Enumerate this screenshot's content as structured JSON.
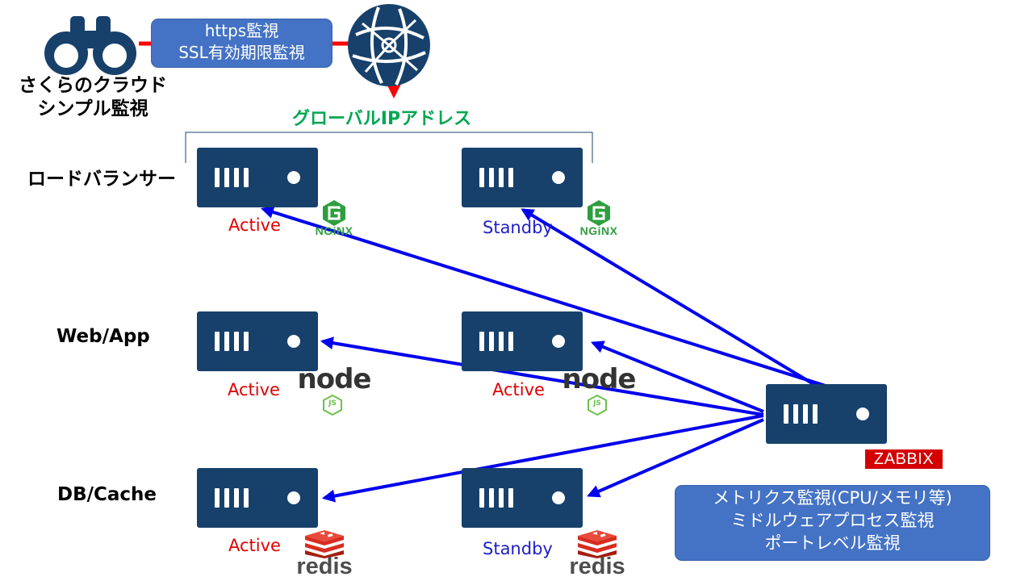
{
  "monitor": {
    "name_line1": "さくらのクラウド",
    "name_line2": "シンプル監視",
    "check_line1": "https監視",
    "check_line2": "SSL有効期限監視"
  },
  "global_ip_label": "グローバルIPアドレス",
  "tiers": {
    "lb": "ロードバランサー",
    "web": "Web/App",
    "db": "DB/Cache"
  },
  "status": {
    "lb_primary": "Active",
    "lb_secondary": "Standby",
    "web_primary": "Active",
    "web_secondary": "Active",
    "db_primary": "Active",
    "db_secondary": "Standby"
  },
  "logos": {
    "nginx": "NGiNX",
    "node": "node",
    "node_js": "JS",
    "redis": "redis"
  },
  "zabbix": {
    "label": "ZABBIX",
    "note_line1": "メトリクス監視(CPU/メモリ等)",
    "note_line2": "ミドルウェアプロセス監視",
    "note_line3": "ポートレベル監視"
  },
  "colors": {
    "server": "#17416b",
    "arrow_blue": "#0000ee",
    "arrow_red": "#ff0000",
    "box": "#4472c4",
    "global_ip": "#00a651",
    "active": "#e00000",
    "standby": "#1f1fc8",
    "nginx": "#2e9e3e",
    "node": "#333333",
    "redis": "#d82c20",
    "zabbix": "#d40000"
  }
}
